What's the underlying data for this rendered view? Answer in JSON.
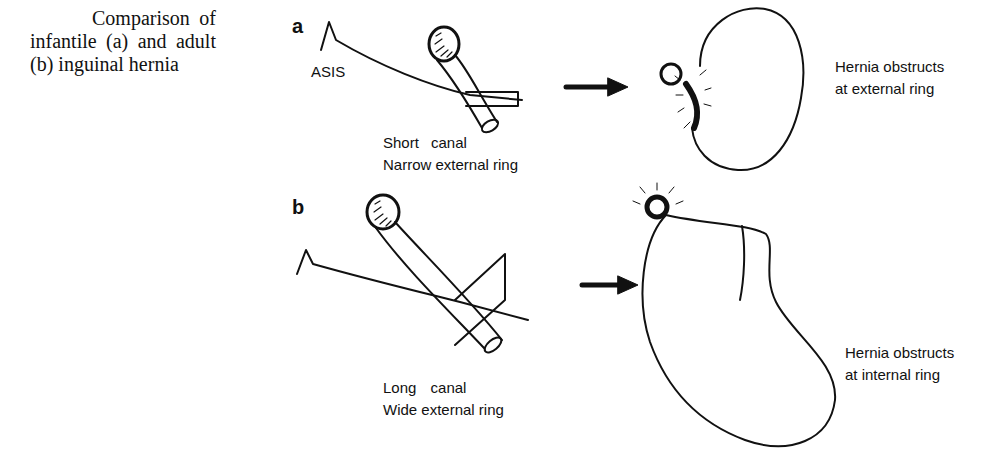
{
  "diagram": {
    "caption": "Comparison of infantile (a) and adult (b) inguinal hernia",
    "labels": [
      "a",
      "ASIS",
      "Short canal Narrow external ring",
      "Hernia obstructs at external ring",
      "b",
      "Long canal Wide external ring",
      "Hernia obstructs at internal ring"
    ]
  }
}
